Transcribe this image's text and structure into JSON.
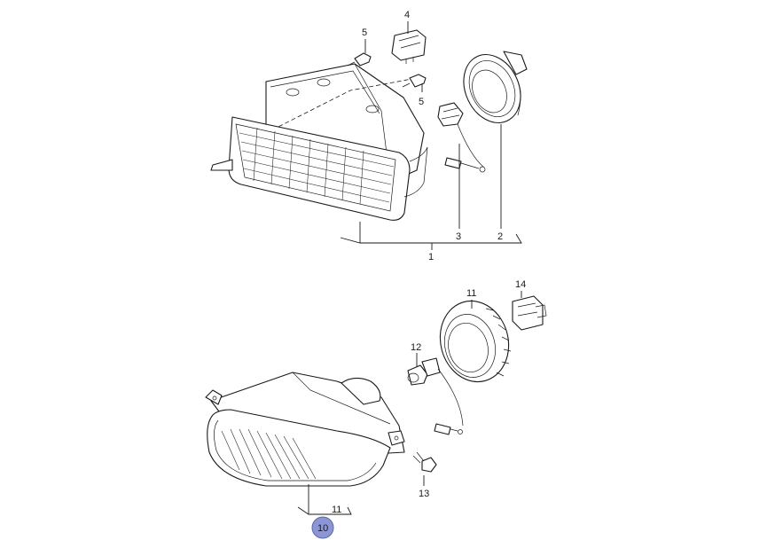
{
  "callouts": {
    "c1": "1",
    "c2": "2",
    "c3": "3",
    "c4": "4",
    "c5a": "5",
    "c5b": "5",
    "c10": "10",
    "c11a": "11",
    "c11b": "11",
    "c12": "12",
    "c13": "13",
    "c14": "14"
  },
  "colors": {
    "highlight": "#8c96d4",
    "line": "#1a1a1a"
  }
}
